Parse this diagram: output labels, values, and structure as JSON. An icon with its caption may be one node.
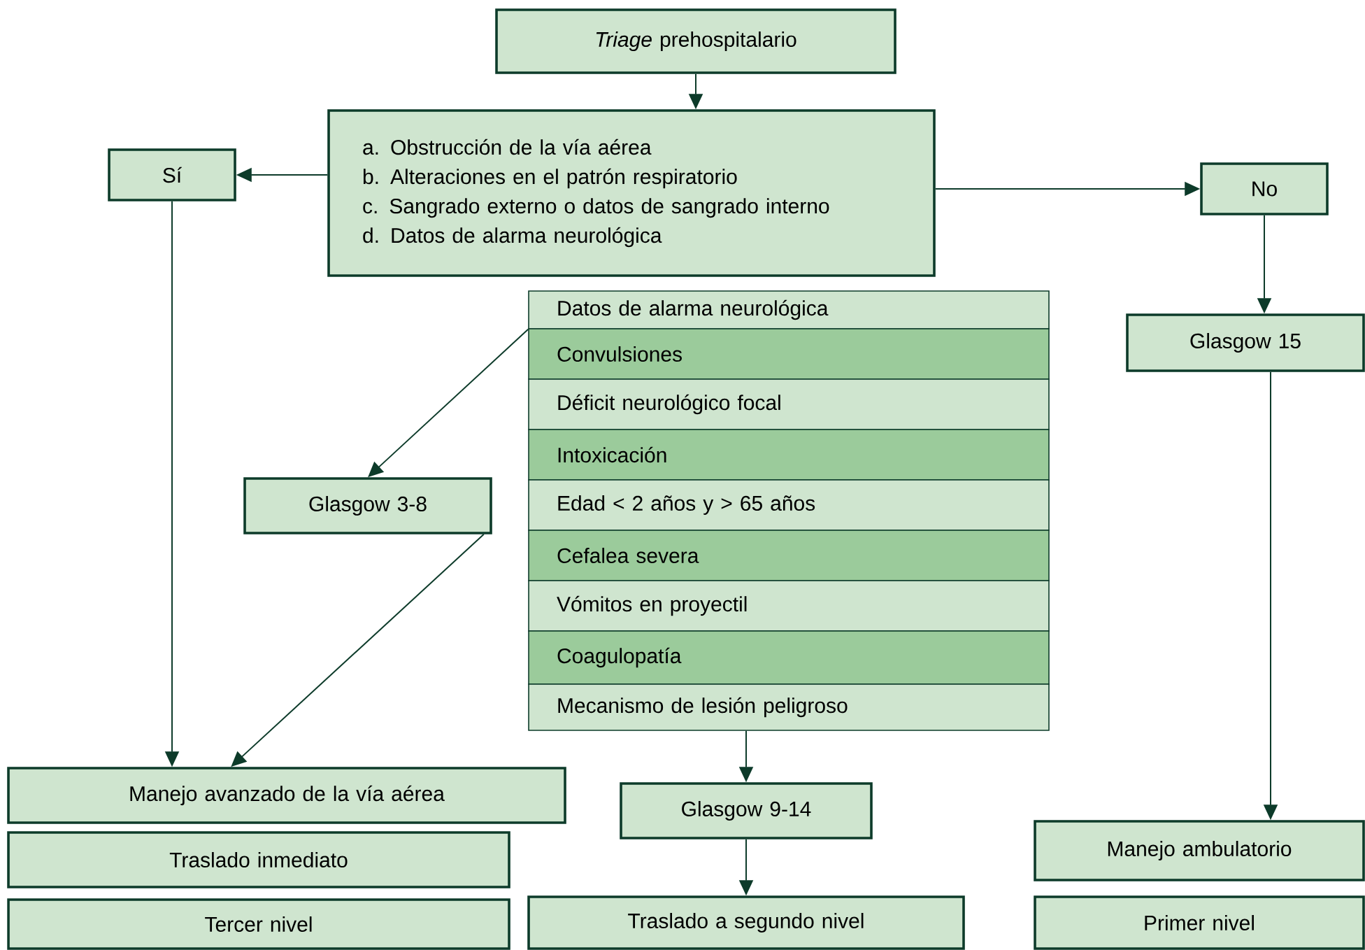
{
  "diagram": {
    "nodes": [
      {
        "text": [
          "*Triage* prehospitalario"
        ]
      },
      {
        "text": [
          "a. Obstrucción de la vía aérea",
          "b. Alteraciones en el patrón respiratorio",
          "c. Sangrado externo o datos de sangrado interno",
          "d. Datos de alarma neurológica"
        ]
      },
      {
        "text": [
          "Sí"
        ]
      },
      {
        "text": [
          "No"
        ]
      },
      {
        "text": [
          "Datos de alarma neurológica"
        ]
      },
      {
        "text": [
          "Convulsiones"
        ]
      },
      {
        "text": [
          "Déficit neurológico focal"
        ]
      },
      {
        "text": [
          "Intoxicación"
        ]
      },
      {
        "text": [
          "Edad < 2 años y > 65 años"
        ]
      },
      {
        "text": [
          "Cefalea severa"
        ]
      },
      {
        "text": [
          "Vómitos en proyectil"
        ]
      },
      {
        "text": [
          "Coagulopatía"
        ]
      },
      {
        "text": [
          "Mecanismo de lesión peligroso"
        ]
      },
      {
        "text": [
          "Glasgow 3-8"
        ]
      },
      {
        "text": [
          "Glasgow 15"
        ]
      },
      {
        "text": [
          "Manejo avanzado de la vía aérea"
        ]
      },
      {
        "text": [
          "Traslado inmediato"
        ]
      },
      {
        "text": [
          "Tercer nivel"
        ]
      },
      {
        "text": [
          "Glasgow 9-14"
        ]
      },
      {
        "text": [
          "Traslado a segundo nivel"
        ]
      },
      {
        "text": [
          "Manejo ambulatorio"
        ]
      },
      {
        "text": [
          "Primer nivel"
        ]
      }
    ],
    "edges": [
      {
        "from": 0,
        "to": 1,
        "arrow": "to"
      },
      {
        "from": 1,
        "to": 2,
        "arrow": "to"
      },
      {
        "from": 1,
        "to": 3,
        "arrow": "to"
      },
      {
        "from": 3,
        "to": 14,
        "arrow": "to"
      },
      {
        "from": 2,
        "to": 15,
        "arrow": "to"
      },
      {
        "from": 4,
        "to": 13,
        "arrow": "to"
      },
      {
        "from": 13,
        "to": 15,
        "arrow": "to"
      },
      {
        "from": 14,
        "to": 20,
        "arrow": "to"
      },
      {
        "from": 12,
        "to": 18,
        "arrow": "to"
      },
      {
        "from": 18,
        "to": 19,
        "arrow": "to"
      }
    ]
  }
}
